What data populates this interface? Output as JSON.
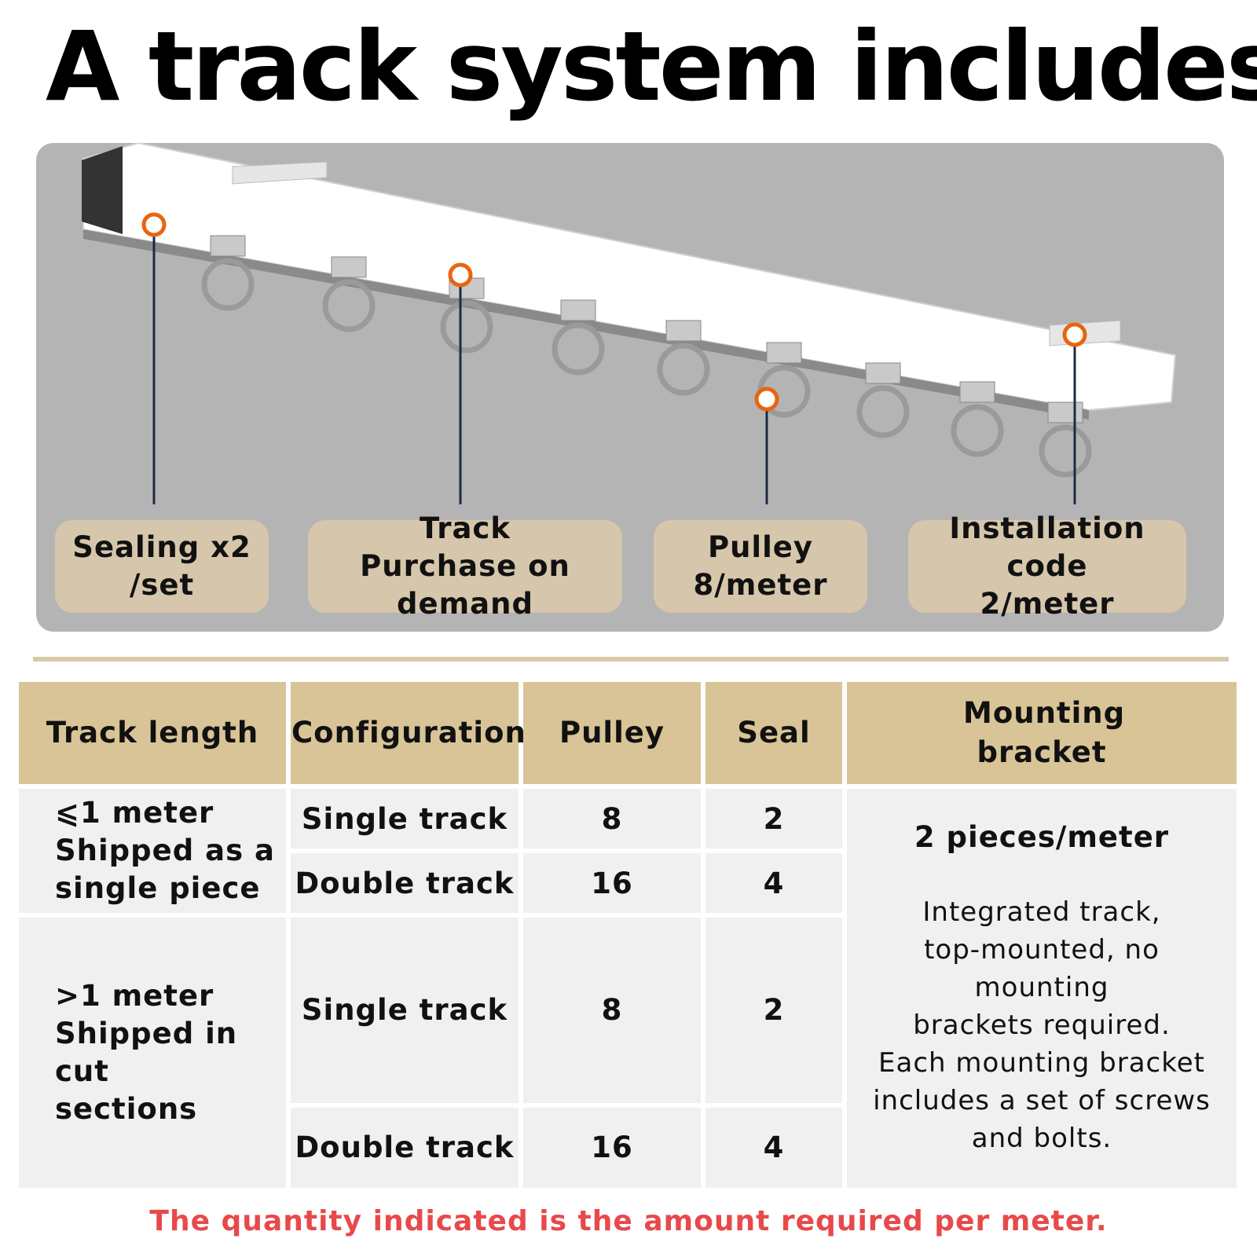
{
  "title": "A track system includes:",
  "photo": {
    "callouts": [
      {
        "line1": "Sealing x2",
        "line2": "/set"
      },
      {
        "line1": "Track",
        "line2": "Purchase on demand"
      },
      {
        "line1": "Pulley",
        "line2": "8/meter"
      },
      {
        "line1": "Installation code",
        "line2": "2/meter"
      }
    ],
    "marker_color": "#e8650f",
    "tag_color": "#d6c6ab"
  },
  "table": {
    "headers": [
      "Track length",
      "Configuration",
      "Pulley",
      "Seal",
      "Mounting bracket"
    ],
    "groups": [
      {
        "length_lines": [
          "⩽1 meter",
          "Shipped as a",
          "single piece"
        ],
        "rows": [
          {
            "configuration": "Single track",
            "pulley": "8",
            "seal": "2"
          },
          {
            "configuration": "Double track",
            "pulley": "16",
            "seal": "4"
          }
        ]
      },
      {
        "length_lines": [
          ">1 meter",
          "Shipped in cut",
          "sections"
        ],
        "rows": [
          {
            "configuration": "Single track",
            "pulley": "8",
            "seal": "2"
          },
          {
            "configuration": "Double track",
            "pulley": "16",
            "seal": "4"
          }
        ]
      }
    ],
    "mounting": {
      "main": "2 pieces/meter",
      "note_lines": [
        "Integrated track,",
        "top-mounted, no mounting",
        "brackets required.",
        "Each mounting bracket",
        "includes a set of screws",
        "and bolts."
      ]
    },
    "header_color": "#d8c496"
  },
  "footnote": "The quantity indicated is the amount required per meter.",
  "footnote_color": "#e8494b"
}
